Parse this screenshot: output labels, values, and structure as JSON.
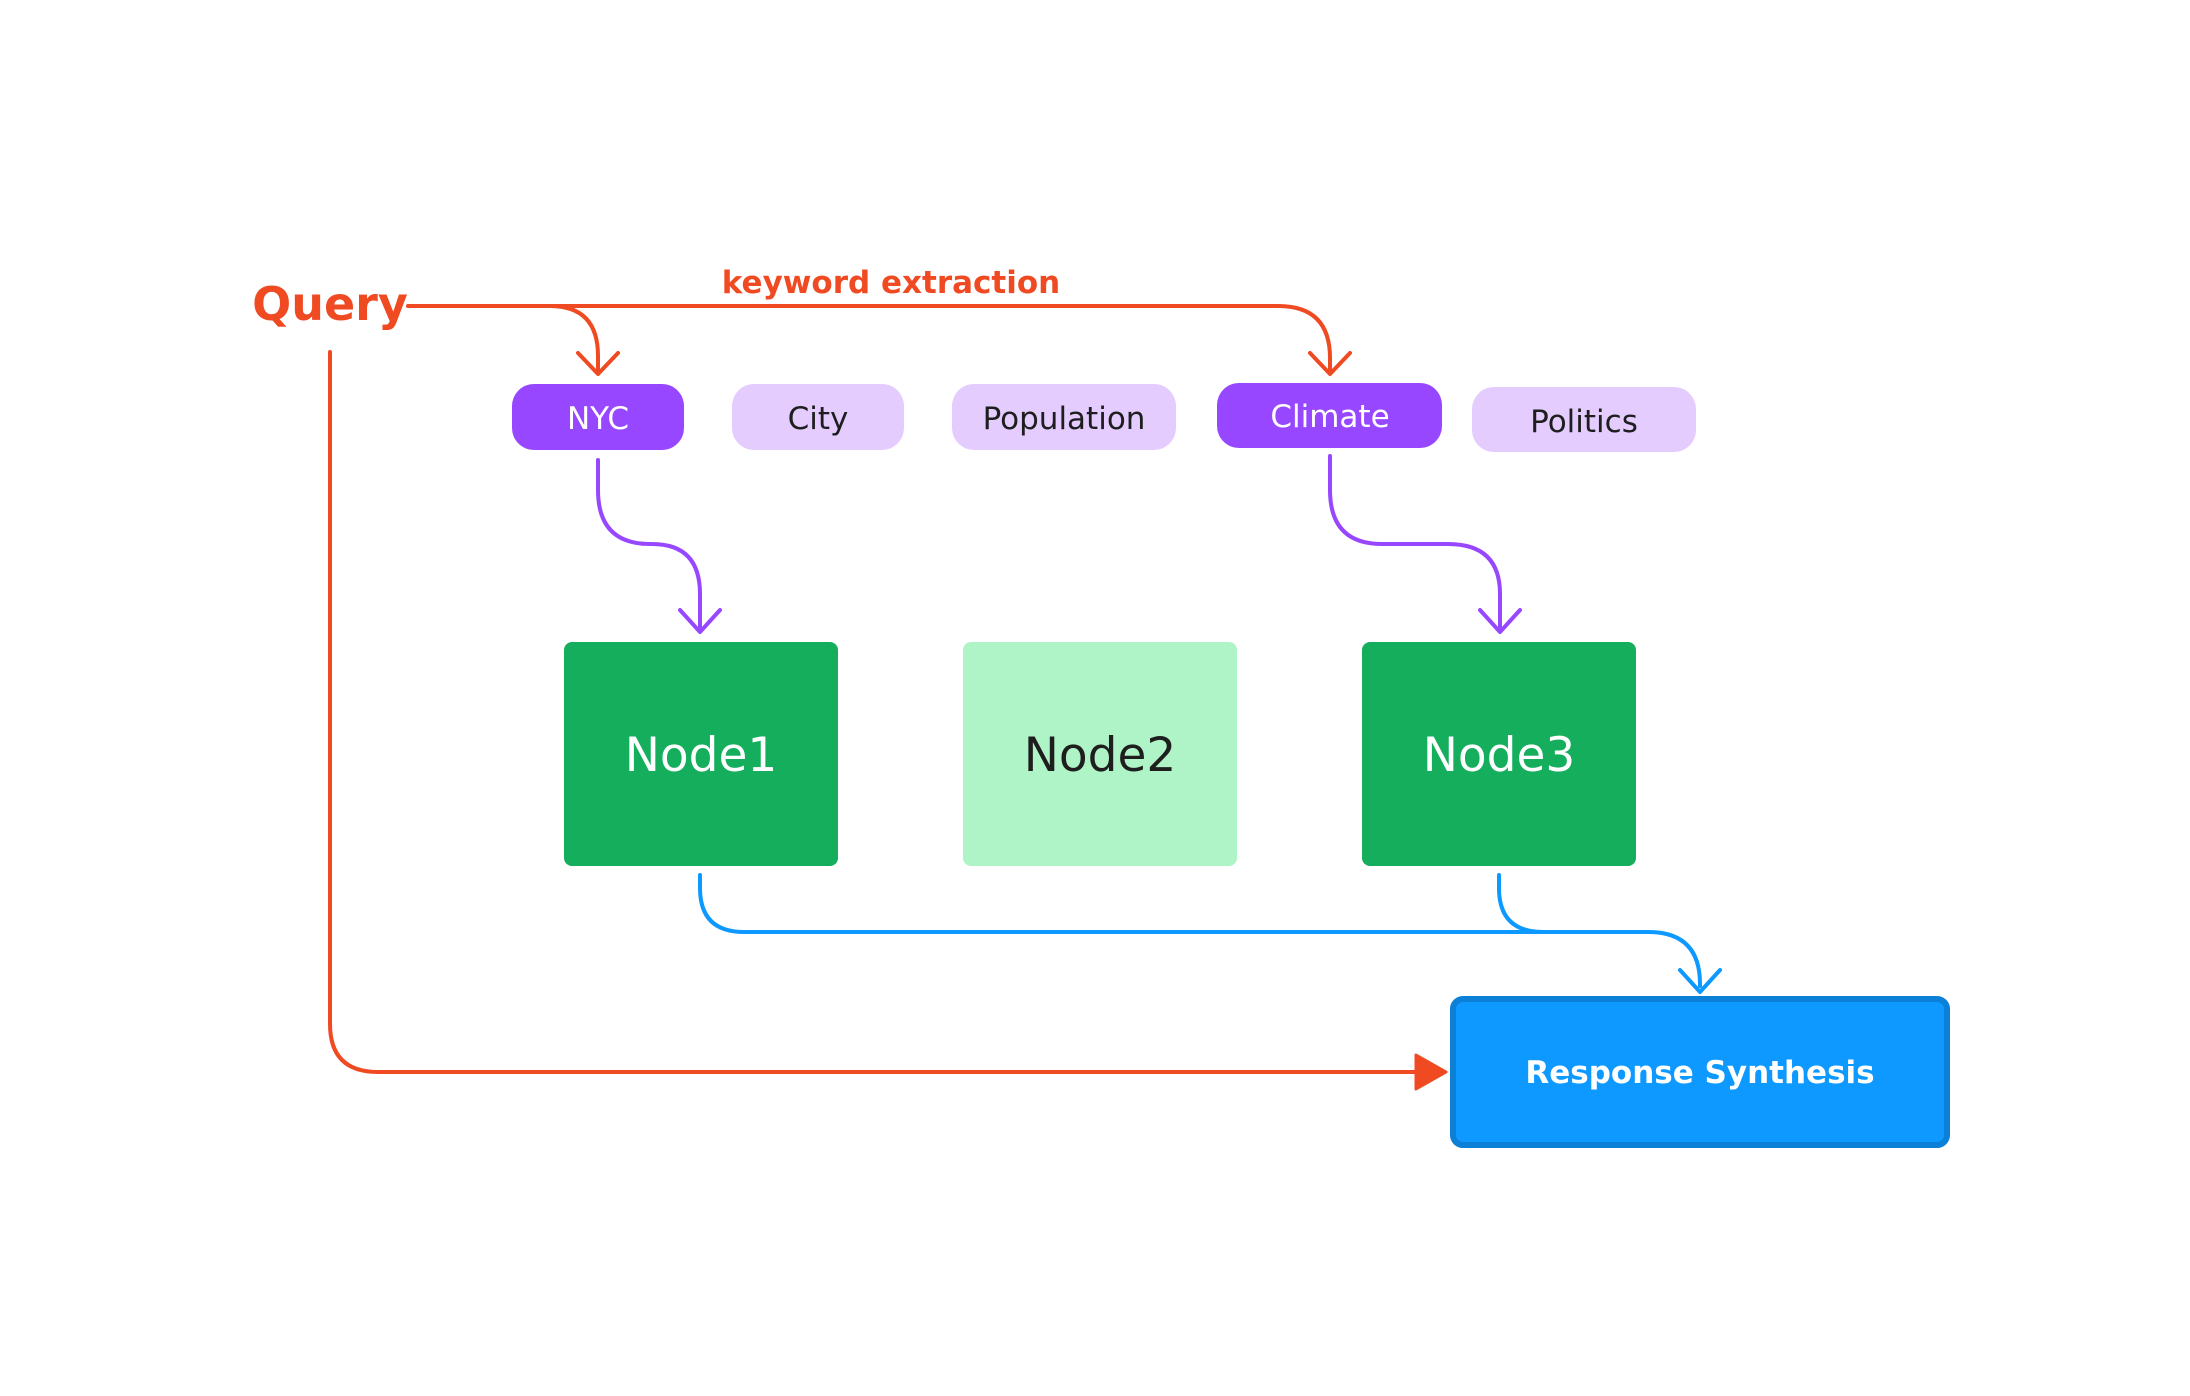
{
  "query": {
    "label": "Query"
  },
  "extraction": {
    "label": "keyword extraction"
  },
  "keywords": [
    {
      "label": "NYC",
      "active": true
    },
    {
      "label": "City",
      "active": false
    },
    {
      "label": "Population",
      "active": false
    },
    {
      "label": "Climate",
      "active": true
    },
    {
      "label": "Politics",
      "active": false
    }
  ],
  "nodes": [
    {
      "label": "Node1",
      "active": true
    },
    {
      "label": "Node2",
      "active": false
    },
    {
      "label": "Node3",
      "active": true
    }
  ],
  "synthesis": {
    "label": "Response Synthesis"
  },
  "colors": {
    "query": "#F04A23",
    "keyword_active": "#9747FF",
    "keyword_inactive": "#E4CCFF",
    "keyword_active_text": "#FFFFFF",
    "keyword_inactive_text": "#1E1E1E",
    "node_active": "#14AE5C",
    "node_inactive": "#AFF4C6",
    "node_active_text": "#FFFFFF",
    "node_inactive_text": "#1E1E1E",
    "retrieval_arrow": "#9747FF",
    "synthesis_arrow": "#0D99FF",
    "synthesis_fill": "#0D99FF",
    "synthesis_border": "#0C7FD6"
  }
}
